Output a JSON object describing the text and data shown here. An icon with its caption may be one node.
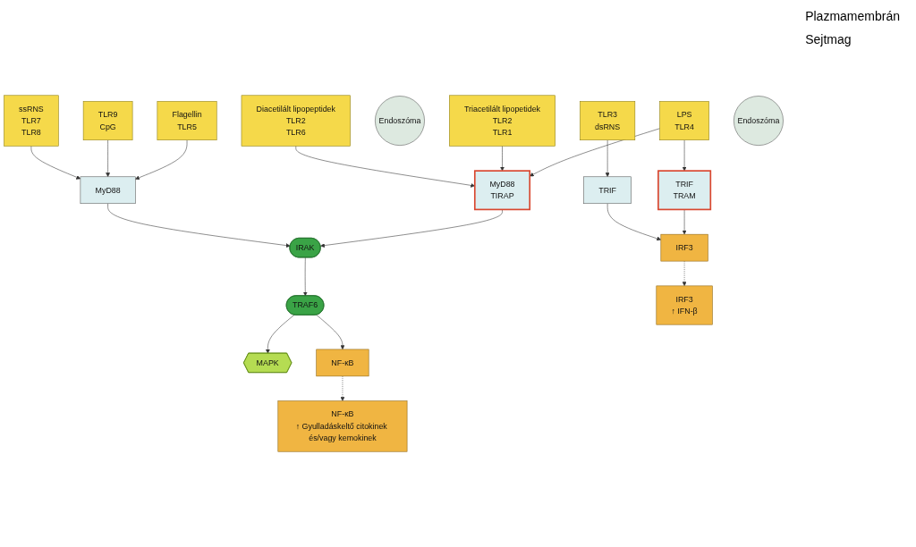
{
  "diagram": {
    "nodes": [
      {
        "text": [
          "LPS",
          "TLR4"
        ]
      },
      {
        "text": [
          "Triacetilált lipopetidek",
          "TLR2",
          "TLR1"
        ]
      },
      {
        "text": [
          "Diacetilált lipopeptidek",
          "TLR2",
          "TLR6"
        ]
      },
      {
        "text": [
          "Flagellin",
          "TLR5"
        ]
      },
      {
        "text": [
          "TRIF",
          "TRAM"
        ]
      },
      {
        "text": [
          "MyD88",
          "TIRAP"
        ]
      },
      {
        "text": [
          "MyD88"
        ]
      },
      {
        "text": [
          "Endoszóma"
        ]
      },
      {
        "text": [
          "TLR9",
          "CpG"
        ]
      },
      {
        "text": [
          "ssRNS",
          "TLR7",
          "TLR8"
        ]
      },
      {
        "text": [
          "TRIF"
        ]
      },
      {
        "text": [
          "TLR3",
          "dsRNS"
        ]
      },
      {
        "text": [
          "Endoszóma"
        ]
      },
      {
        "text": [
          "IRF3"
        ]
      },
      {
        "text": [
          "IRAK"
        ]
      },
      {
        "text": [
          "TRAF6"
        ]
      },
      {
        "text": [
          "MAPK"
        ]
      },
      {
        "text": [
          "NF-κB"
        ]
      },
      {
        "text": [
          "IRF3",
          "↑ IFN-β"
        ]
      },
      {
        "text": [
          "NF-κB",
          "↑ Gyulladáskeltő citokinek és/vagy kemokinek"
        ]
      }
    ],
    "edges": [
      {
        "from": 0,
        "to": 4,
        "arrow": "to"
      },
      {
        "from": 0,
        "to": 5,
        "arrow": "to"
      },
      {
        "from": 1,
        "to": 5,
        "arrow": "to"
      },
      {
        "from": 2,
        "to": 5,
        "arrow": "to"
      },
      {
        "from": 3,
        "to": 6,
        "arrow": "to"
      },
      {
        "from": 8,
        "to": 6,
        "arrow": "to"
      },
      {
        "from": 9,
        "to": 6,
        "arrow": "to"
      },
      {
        "from": 4,
        "to": 13,
        "arrow": "to"
      },
      {
        "from": 11,
        "to": 10,
        "arrow": "to"
      },
      {
        "from": 10,
        "to": 13,
        "arrow": "to"
      },
      {
        "from": 5,
        "to": 14,
        "arrow": "to"
      },
      {
        "from": 6,
        "to": 14,
        "arrow": "to"
      },
      {
        "from": 14,
        "to": 15,
        "arrow": "to"
      },
      {
        "from": 15,
        "to": 16,
        "arrow": "to"
      },
      {
        "from": 15,
        "to": 17,
        "arrow": "to"
      },
      {
        "from": 13,
        "to": 18,
        "arrow": "to",
        "style": "dashed"
      },
      {
        "from": 17,
        "to": 19,
        "arrow": "to",
        "style": "dashed"
      }
    ],
    "labels": [
      "Plazmamembrán",
      "Sejtmag"
    ]
  }
}
